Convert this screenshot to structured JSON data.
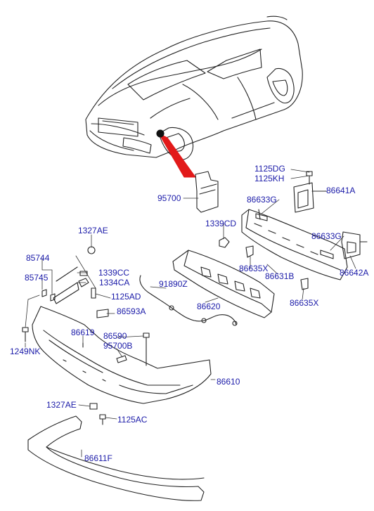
{
  "colors": {
    "label": "#1a1aa8",
    "line": "#222222",
    "leader": "#333333",
    "highlight": "#e21a1a"
  },
  "parts": {
    "p1125DG": "1125DG",
    "p1125KH": "1125KH",
    "p86641A": "86641A",
    "p95700": "95700",
    "p86633G_a": "86633G",
    "p1339CD": "1339CD",
    "p1327AE_a": "1327AE",
    "p86633G_b": "86633G",
    "p85744": "85744",
    "p85745": "85745",
    "p1339CC": "1339CC",
    "p1334CA": "1334CA",
    "p91890Z": "91890Z",
    "p86635X_a": "86635X",
    "p86631B": "86631B",
    "p86642A": "86642A",
    "p1125AD": "1125AD",
    "p86593A": "86593A",
    "p86620": "86620",
    "p86635X_b": "86635X",
    "p86619": "86619",
    "p86590": "86590",
    "p95700B": "95700B",
    "p1249NK": "1249NK",
    "p86610": "86610",
    "p1327AE_b": "1327AE",
    "p1125AC": "1125AC",
    "p86611F": "86611F"
  }
}
